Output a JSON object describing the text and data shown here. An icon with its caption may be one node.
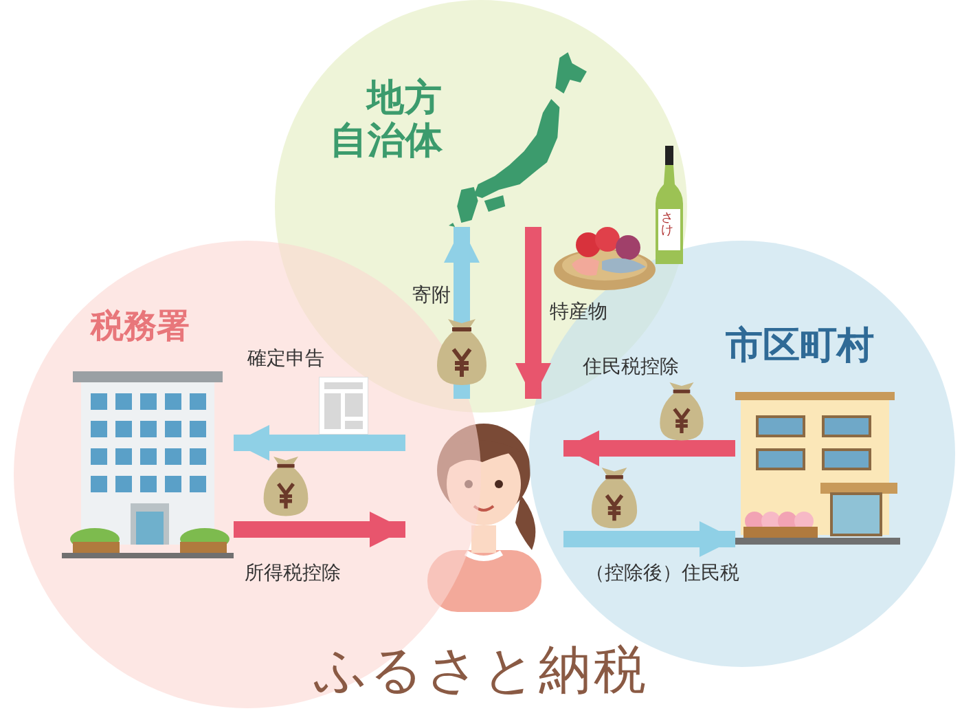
{
  "diagram": {
    "title": "ふるさと納税",
    "nodes": [
      {
        "text": [
          "地方自治体"
        ]
      },
      {
        "text": [
          "税務署"
        ]
      },
      {
        "text": [
          "市区町村"
        ]
      },
      {
        "text": [],
        "shape": "picture",
        "in": 0
      },
      {
        "text": [],
        "shape": "picture",
        "in": 1
      },
      {
        "text": [],
        "shape": "picture",
        "in": 2
      },
      {
        "text": [],
        "shape": "picture"
      }
    ],
    "edges": [
      {
        "from": 6,
        "to": 3,
        "arrow": "to",
        "label": "寄附",
        "color": "#8fd0e6"
      },
      {
        "from": 3,
        "to": 6,
        "arrow": "to",
        "label": "特産物",
        "color": "#e8556d"
      },
      {
        "from": 6,
        "to": 4,
        "arrow": "to",
        "label": "確定申告",
        "color": "#8fd0e6"
      },
      {
        "from": 4,
        "to": 6,
        "arrow": "to",
        "label": "所得税控除",
        "color": "#e8556d"
      },
      {
        "from": 5,
        "to": 6,
        "arrow": "to",
        "label": "住民税控除",
        "color": "#e8556d"
      },
      {
        "from": 6,
        "to": 5,
        "arrow": "to",
        "label": "（控除後）住民税",
        "color": "#8fd0e6"
      }
    ],
    "labels": [
      "さけ"
    ]
  }
}
